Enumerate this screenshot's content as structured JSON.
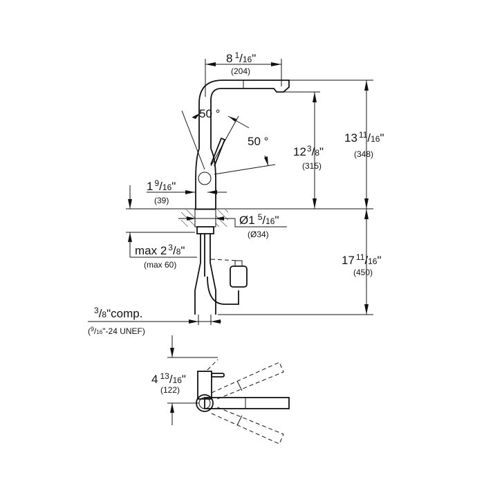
{
  "drawing": {
    "width_spout": {
      "whole": "8",
      "num": "1",
      "den": "16",
      "unit": "\"",
      "mm": "(204)"
    },
    "height_outlet": {
      "whole": "12",
      "num": "3",
      "den": "8",
      "unit": "\"",
      "mm": "(315)"
    },
    "height_total": {
      "whole": "13",
      "num": "11",
      "den": "16",
      "unit": "\"",
      "mm": "(348)"
    },
    "below_deck": {
      "whole": "17",
      "num": "11",
      "den": "16",
      "unit": "\"",
      "mm": "(450)"
    },
    "angle_left": "50 °",
    "angle_right": "50 °",
    "base_offset": {
      "whole": "1",
      "num": "9",
      "den": "16",
      "unit": "\"",
      "mm": "(39)"
    },
    "hole_diameter": {
      "whole": "Ø1",
      "num": "5",
      "den": "16",
      "unit": "\"",
      "mm": "(Ø34)"
    },
    "max_thickness": {
      "prefix": "max 2",
      "num": "3",
      "den": "8",
      "unit": "\"",
      "mm": "(max 60)"
    },
    "connection": {
      "num": "3",
      "den": "8",
      "label": "\"comp.",
      "thread_open": "(",
      "thread_num": "9",
      "thread_den": "16",
      "thread_rest": "\"-24 UNEF)"
    },
    "top_view_depth": {
      "whole": "4",
      "num": "13",
      "den": "16",
      "unit": "\"",
      "mm": "(122)"
    }
  }
}
